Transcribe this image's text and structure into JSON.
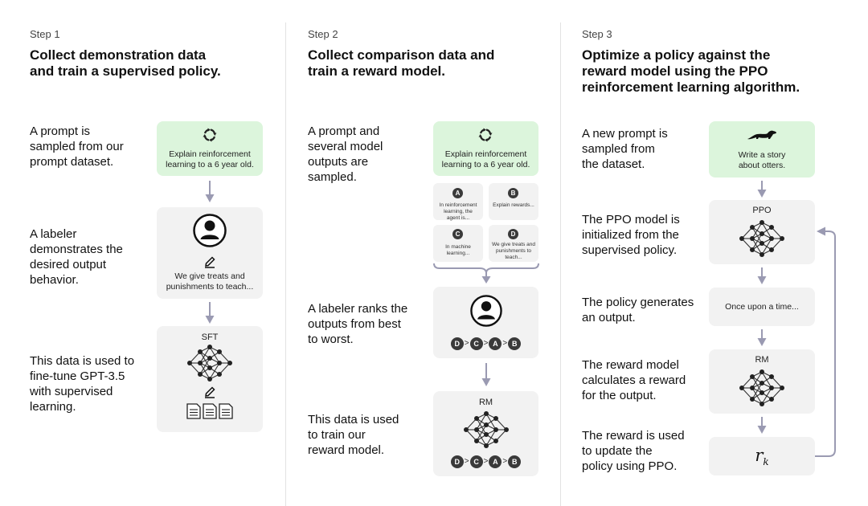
{
  "step1": {
    "label": "Step 1",
    "title_line1": "Collect demonstration data",
    "title_line2": "and train a supervised policy.",
    "desc1": [
      "A prompt is",
      "sampled from our",
      "prompt dataset."
    ],
    "desc2": [
      "A labeler",
      "demonstrates the",
      "desired output",
      "behavior."
    ],
    "desc3": [
      "This data is used to",
      "fine-tune GPT-3.5",
      "with supervised",
      "learning."
    ],
    "prompt_card": {
      "icon": "recycle-arrows-icon",
      "text": [
        "Explain reinforcement",
        "learning to a 6 year old."
      ]
    },
    "labeler_card": {
      "icon": "person-icon",
      "text": [
        "We give treats and",
        "punishments to teach..."
      ]
    },
    "sft_card": {
      "title": "SFT",
      "icon": "neural-network-icon"
    }
  },
  "step2": {
    "label": "Step 2",
    "title_line1": "Collect comparison data and",
    "title_line2": "train a reward model.",
    "desc1": [
      "A prompt and",
      "several model",
      "outputs are",
      "sampled."
    ],
    "desc2": [
      "A labeler ranks the",
      "outputs from best",
      "to worst."
    ],
    "desc3": [
      "This data is used",
      "to train our",
      "reward model."
    ],
    "prompt_card": {
      "text": [
        "Explain reinforcement",
        "learning to a 6 year old."
      ]
    },
    "outputs": [
      {
        "letter": "A",
        "text": [
          "In reinforcement",
          "learning, the",
          "agent is..."
        ]
      },
      {
        "letter": "B",
        "text": [
          "Explain rewards..."
        ]
      },
      {
        "letter": "C",
        "text": [
          "In machine",
          "learning..."
        ]
      },
      {
        "letter": "D",
        "text": [
          "We give treats and",
          "punishments to",
          "teach..."
        ]
      }
    ],
    "ranking": [
      "D",
      "C",
      "A",
      "B"
    ],
    "ranking_sep": ">",
    "rm_card": {
      "title": "RM"
    }
  },
  "step3": {
    "label": "Step 3",
    "title_line1": "Optimize a policy against the",
    "title_line2": "reward model using the PPO",
    "title_line3": "reinforcement learning algorithm.",
    "desc1": [
      "A new prompt is",
      "sampled from",
      "the dataset."
    ],
    "desc2": [
      "The PPO model is",
      "initialized from the",
      "supervised policy."
    ],
    "desc3": [
      "The policy generates",
      "an output."
    ],
    "desc4": [
      "The reward model",
      "calculates a reward",
      "for the output."
    ],
    "desc5": [
      "The reward is used",
      "to update the",
      "policy using PPO."
    ],
    "prompt_card": {
      "icon": "otter-icon",
      "text": [
        "Write a story",
        "about otters."
      ]
    },
    "ppo_card": {
      "title": "PPO"
    },
    "output_card": {
      "text": "Once upon a time..."
    },
    "rm_card": {
      "title": "RM"
    },
    "reward_card": {
      "symbol": "r",
      "subscript": "k"
    }
  },
  "colors": {
    "prompt_bg": "#dcf5dc",
    "card_bg": "#f2f2f2",
    "arrow": "#9a9ab2",
    "dark": "#3a3a3a"
  }
}
